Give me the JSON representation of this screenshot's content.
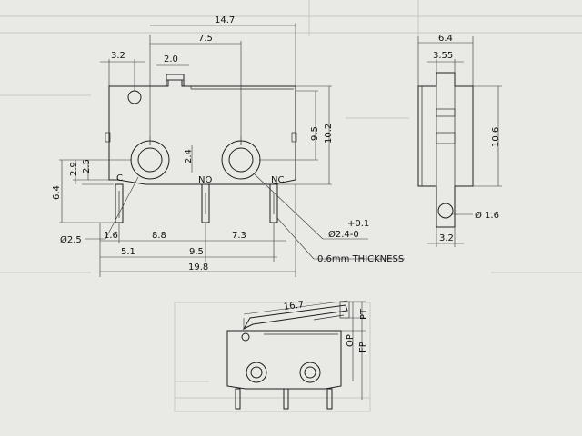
{
  "labels": {
    "dim_14_7": "14.7",
    "dim_7_5": "7.5",
    "dim_3_2_top": "3.2",
    "dim_2_0": "2.0",
    "dim_9_5_v": "9.5",
    "dim_10_2": "10.2",
    "dim_2_4": "2.4",
    "dim_2_9": "2.9",
    "dim_2_5": "2.5",
    "dim_6_4_left": "6.4",
    "pin_c": "C",
    "pin_no": "NO",
    "pin_nc": "NC",
    "dia_2_5": "Ø2.5",
    "dim_1_6": "1.6",
    "dim_8_8": "8.8",
    "dim_7_3": "7.3",
    "dim_5_1": "5.1",
    "dim_9_5_h": "9.5",
    "dim_19_8": "19.8",
    "tol_plus": "+0.1",
    "dia_2_4": "Ø2.4-0",
    "thickness": "0.6mm THICKNESS",
    "side_6_4": "6.4",
    "side_3_55": "3.55",
    "side_10_6": "10.6",
    "side_dia_1_6": "Ø 1.6",
    "side_3_2": "3.2",
    "lever_16_7": "16.7",
    "lever_pt": "PT",
    "lever_op": "OP",
    "lever_fp": "FP"
  }
}
